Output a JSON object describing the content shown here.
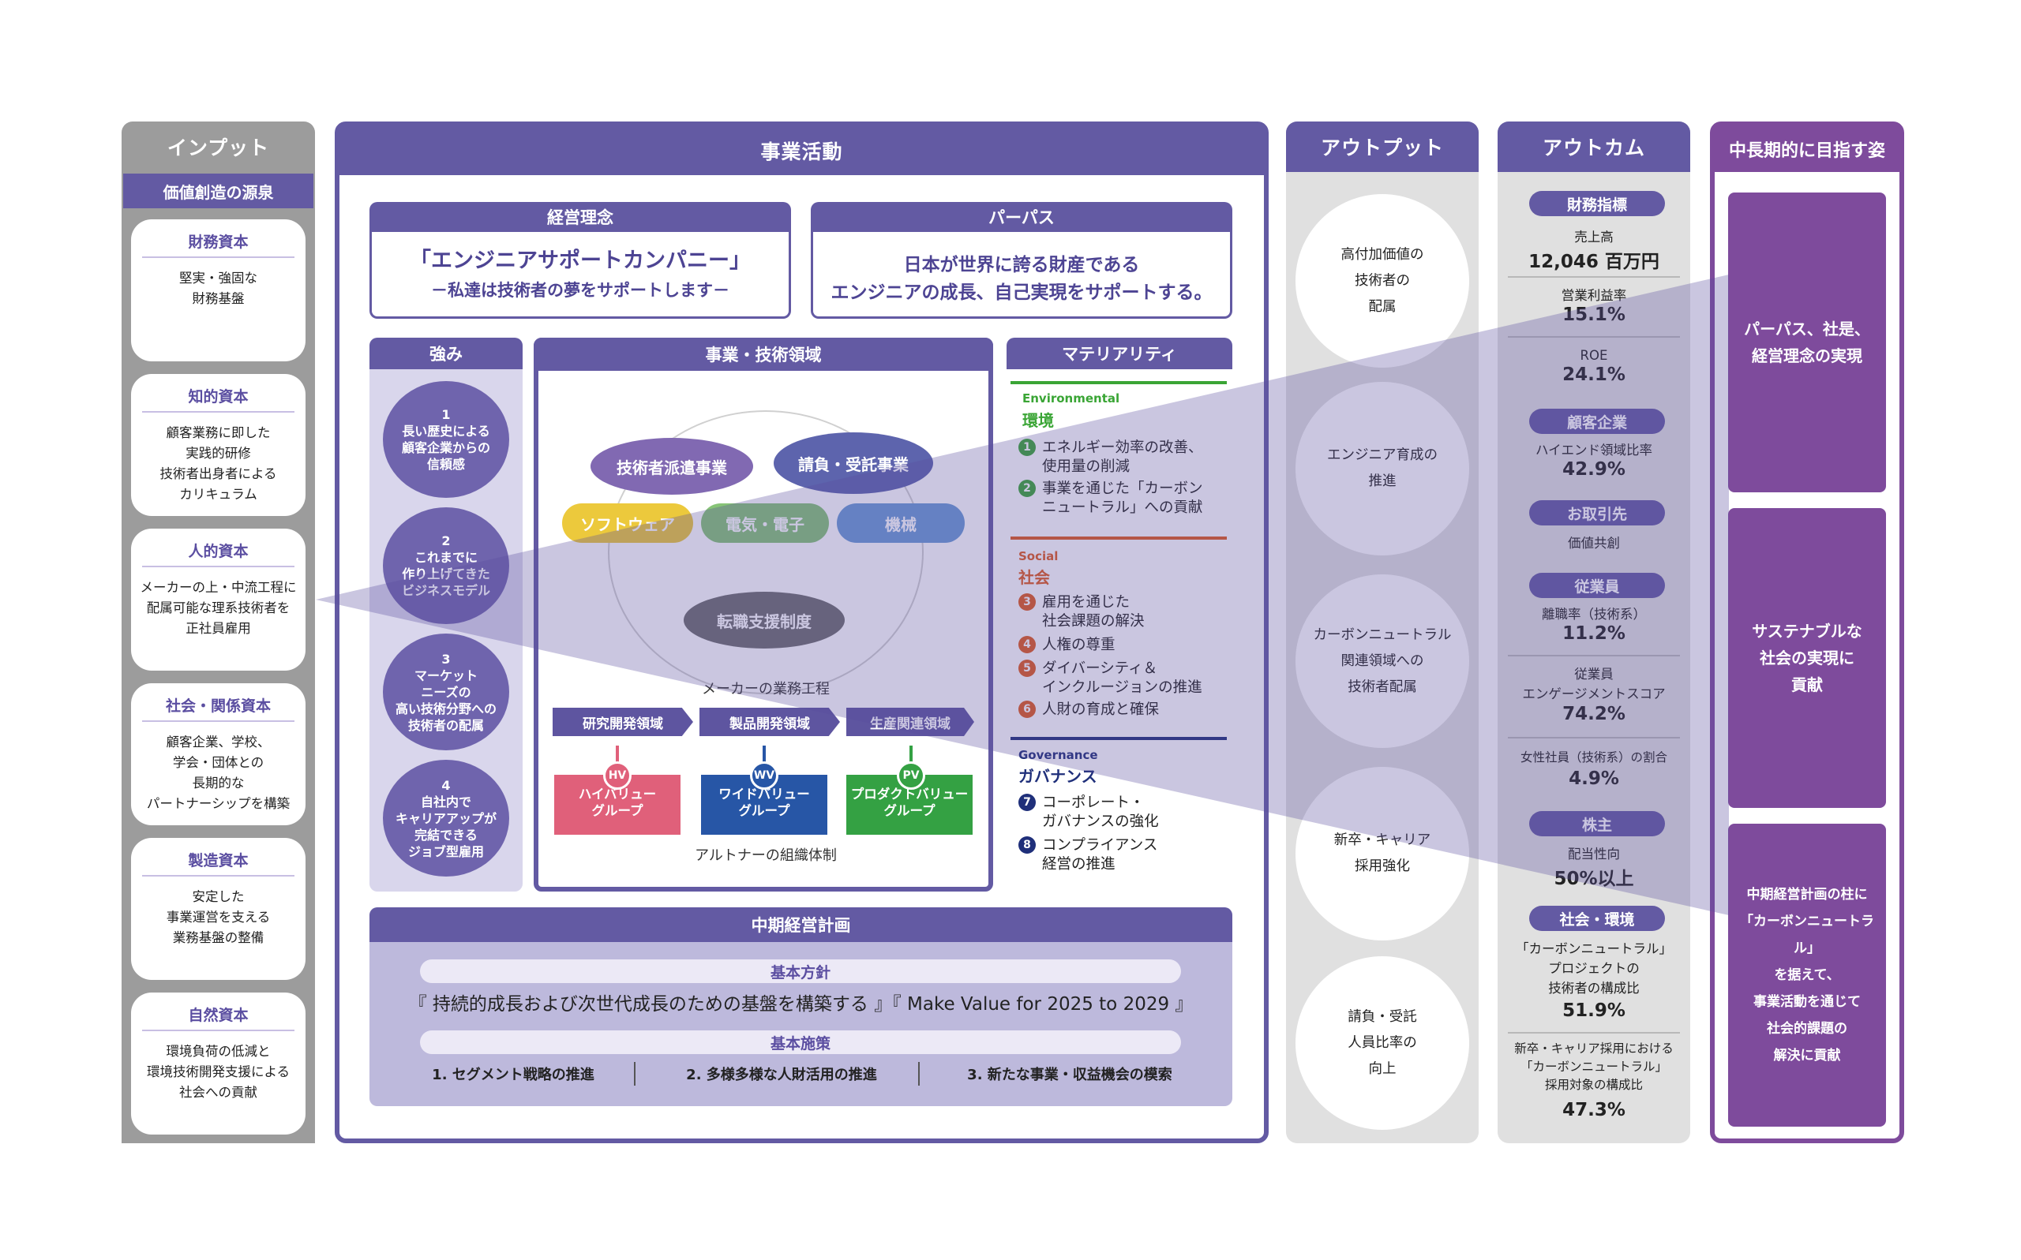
{
  "columns": {
    "input": "インプット",
    "business": "事業活動",
    "output": "アウトプット",
    "outcome": "アウトカム",
    "goal": "中長期的に目指す姿"
  },
  "input": {
    "subheader": "価値創造の源泉",
    "capitals": [
      {
        "title": "財務資本",
        "body": "堅実・強固な\n財務基盤"
      },
      {
        "title": "知的資本",
        "body": "顧客業務に即した\n実践的研修\n技術者出身者による\nカリキュラム"
      },
      {
        "title": "人的資本",
        "body": "メーカーの上・中流工程に\n配属可能な理系技術者を\n正社員雇用"
      },
      {
        "title": "社会・関係資本",
        "body": "顧客企業、学校、\n学会・団体との\n長期的な\nパートナーシップを構築"
      },
      {
        "title": "製造資本",
        "body": "安定した\n事業運営を支える\n業務基盤の整備"
      },
      {
        "title": "自然資本",
        "body": "環境負荷の低減と\n環境技術開発支援による\n社会への貢献"
      }
    ]
  },
  "philosophy": {
    "title": "経営理念",
    "line1": "「エンジニアサポートカンパニー」",
    "line2": "－私達は技術者の夢をサポートします－"
  },
  "purpose": {
    "title": "パーパス",
    "line1": "日本が世界に誇る財産である",
    "line2": "エンジニアの成長、自己実現をサポートする。"
  },
  "strengths": {
    "title": "強み",
    "items": [
      "1\n長い歴史による\n顧客企業からの\n信頼感",
      "2\nこれまでに\n作り上げてきた\nビジネスモデル",
      "3\nマーケット\nニーズの\n高い技術分野への\n技術者の配属",
      "4\n自社内で\nキャリアアップが\n完結できる\nジョブ型雇用"
    ]
  },
  "domain": {
    "title": "事業・技術領域",
    "dispatch": "技術者派遣事業",
    "contract": "請負・受託事業",
    "software": "ソフトウェア",
    "electric": "電気・電子",
    "mechanical": "機械",
    "career": "転職支援制度",
    "process_label": "メーカーの業務工程",
    "stages": [
      "研究開発領域",
      "製品開発領域",
      "生産関連領域"
    ],
    "groups": [
      {
        "badge": "HV",
        "name": "ハイバリュー\nグループ",
        "color": "#e0607a"
      },
      {
        "badge": "WV",
        "name": "ワイドバリュー\nグループ",
        "color": "#2756a6"
      },
      {
        "badge": "PV",
        "name": "プロダクトバリュー\nグループ",
        "color": "#34a143"
      }
    ],
    "org_label": "アルトナーの組織体制"
  },
  "materiality": {
    "title": "マテリアリティ",
    "env": {
      "en": "Environmental",
      "ja": "環境",
      "color": "#3aa535",
      "items": [
        {
          "n": "1",
          "t": "エネルギー効率の改善、\n使用量の削減"
        },
        {
          "n": "2",
          "t": "事業を通じた「カーボン\nニュートラル」への貢献"
        }
      ]
    },
    "soc": {
      "en": "Social",
      "ja": "社会",
      "color": "#e05a1e",
      "items": [
        {
          "n": "3",
          "t": "雇用を通じた\n社会課題の解決"
        },
        {
          "n": "4",
          "t": "人権の尊重"
        },
        {
          "n": "5",
          "t": "ダイバーシティ＆\nインクルージョンの推進"
        },
        {
          "n": "6",
          "t": "人財の育成と確保"
        }
      ]
    },
    "gov": {
      "en": "Governance",
      "ja": "ガバナンス",
      "color": "#1f2f7a",
      "items": [
        {
          "n": "7",
          "t": "コーポレート・\nガバナンスの強化"
        },
        {
          "n": "8",
          "t": "コンプライアンス\n経営の推進"
        }
      ]
    }
  },
  "midplan": {
    "title": "中期経営計画",
    "policy_label": "基本方針",
    "policy": "『 持続的成長および次世代成長のための基盤を構築する 』『 Make Value for 2025 to 2029 』",
    "measures_label": "基本施策",
    "measures": [
      "1. セグメント戦略の推進",
      "2. 多様多様な人財活用の推進",
      "3. 新たな事業・収益機会の模索"
    ]
  },
  "outputs": [
    "高付加価値の\n技術者の\n配属",
    "エンジニア育成の\n推進",
    "カーボンニュートラル\n関連領域への\n技術者配属",
    "新卒・キャリア\n採用強化",
    "請負・受託\n人員比率の\n向上"
  ],
  "outcome": {
    "financial": {
      "label": "財務指標",
      "sales_label": "売上高",
      "sales": "12,046 百万円",
      "op_label": "営業利益率",
      "op": "15.1%",
      "roe_label": "ROE",
      "roe": "24.1%"
    },
    "client": {
      "label": "顧客企業",
      "hi_label": "ハイエンド領域比率",
      "hi": "42.9%"
    },
    "partner": {
      "label": "お取引先",
      "value": "価値共創"
    },
    "employee": {
      "label": "従業員",
      "turn_label": "離職率（技術系）",
      "turn": "11.2%",
      "eng_label": "従業員\nエンゲージメントスコア",
      "eng": "74.2%",
      "fem_label": "女性社員（技術系）の割合",
      "fem": "4.9%"
    },
    "share": {
      "label": "株主",
      "pay_label": "配当性向",
      "pay": "50%以上"
    },
    "society": {
      "label": "社会・環境",
      "cn_label": "「カーボンニュートラル」\nプロジェクトの\n技術者の構成比",
      "cn": "51.9%",
      "rec_label": "新卒・キャリア採用における\n「カーボンニュートラル」\n採用対象の構成比",
      "rec": "47.3%"
    }
  },
  "goals": [
    "パーパス、社是、\n経営理念の実現",
    "サステナブルな\n社会の実現に\n貢献",
    "中期経営計画の柱に\n「カーボンニュートラル」\nを据えて、\n事業活動を通じて\n社会的課題の\n解決に貢献"
  ],
  "colors": {
    "purple": "#635aa3",
    "goal": "#7e4b9c",
    "gray": "#9c9c9c"
  }
}
